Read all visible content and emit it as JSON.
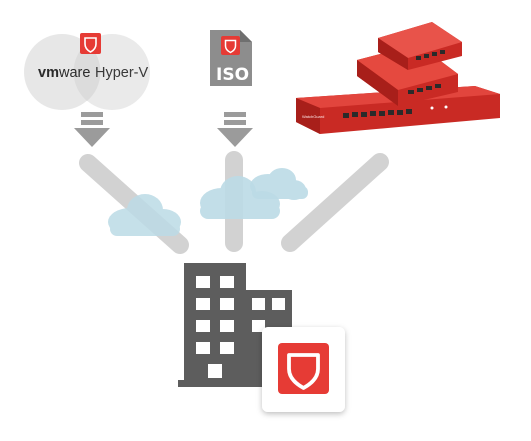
{
  "sources": {
    "hypervisor": {
      "vmware_prefix": "vm",
      "vmware_suffix": "ware",
      "hyperv_label": "Hyper-V"
    },
    "iso": {
      "label": "ISO"
    },
    "appliance": {
      "brand_text": "WatchGuard"
    }
  },
  "colors": {
    "brand_red": "#e63b35",
    "arrow_gray": "#9b9b9b",
    "building_gray": "#5d5d5d",
    "cloud_blue": "#bcdbe6",
    "venn_gray": "#e4e4e4"
  },
  "icons": [
    "shield-icon",
    "down-arrow-icon",
    "cloud-icon",
    "building-icon",
    "iso-file-icon"
  ]
}
